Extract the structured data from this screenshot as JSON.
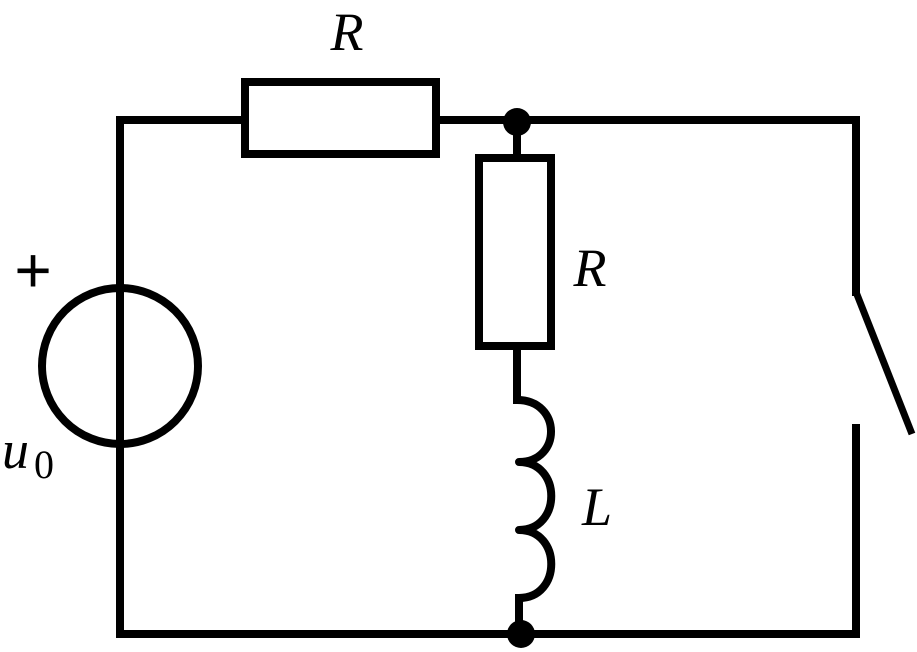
{
  "labels": {
    "resistor_top": "R",
    "resistor_vertical": "R",
    "inductor": "L",
    "source_name": "u",
    "source_subscript": "0",
    "source_polarity": "+"
  },
  "colors": {
    "stroke": "#000000",
    "background": "#ffffff"
  }
}
